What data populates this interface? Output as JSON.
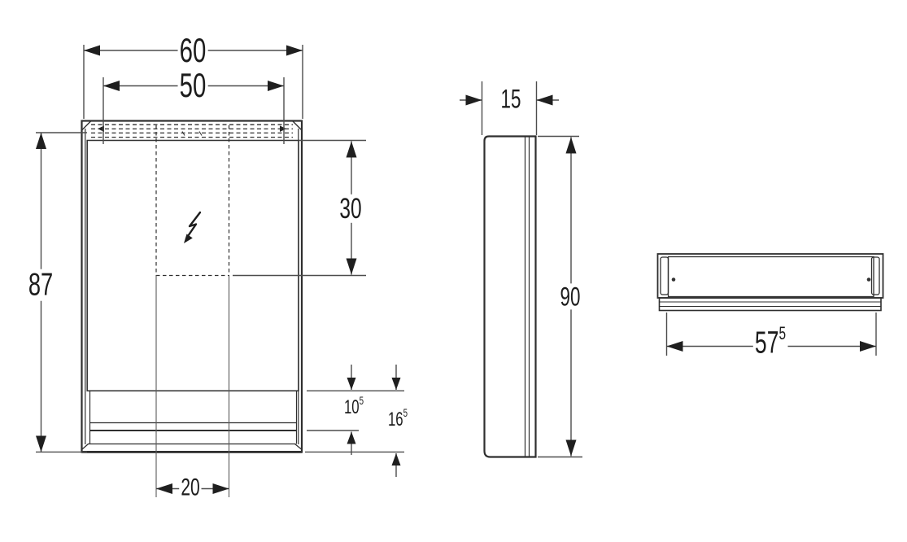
{
  "drawing": {
    "type": "technical-dimension-drawing",
    "views": {
      "front": "front-view-mirror-cabinet",
      "side": "side-view-mirror-cabinet",
      "bottom": "bottom-view-light-strip"
    },
    "icons": {
      "power_symbol": "lightning-bolt"
    }
  },
  "dims": {
    "front_width": "60",
    "light_width": "50",
    "front_height": "87",
    "electric_zone_height": "30",
    "electric_zone_width": "20",
    "bottom_inset": "10",
    "bottom_inset_sup": "5",
    "bottom_total": "16",
    "bottom_total_sup": "5",
    "side_depth": "15",
    "side_height": "90",
    "light_length": "57",
    "light_length_sup": "5"
  },
  "colors": {
    "background": "#ffffff",
    "structure_line": "#2f2f2f",
    "dimension_line": "#4d4d4d",
    "arrow_fill": "#1f1f1f",
    "text": "#1c1c1c"
  }
}
